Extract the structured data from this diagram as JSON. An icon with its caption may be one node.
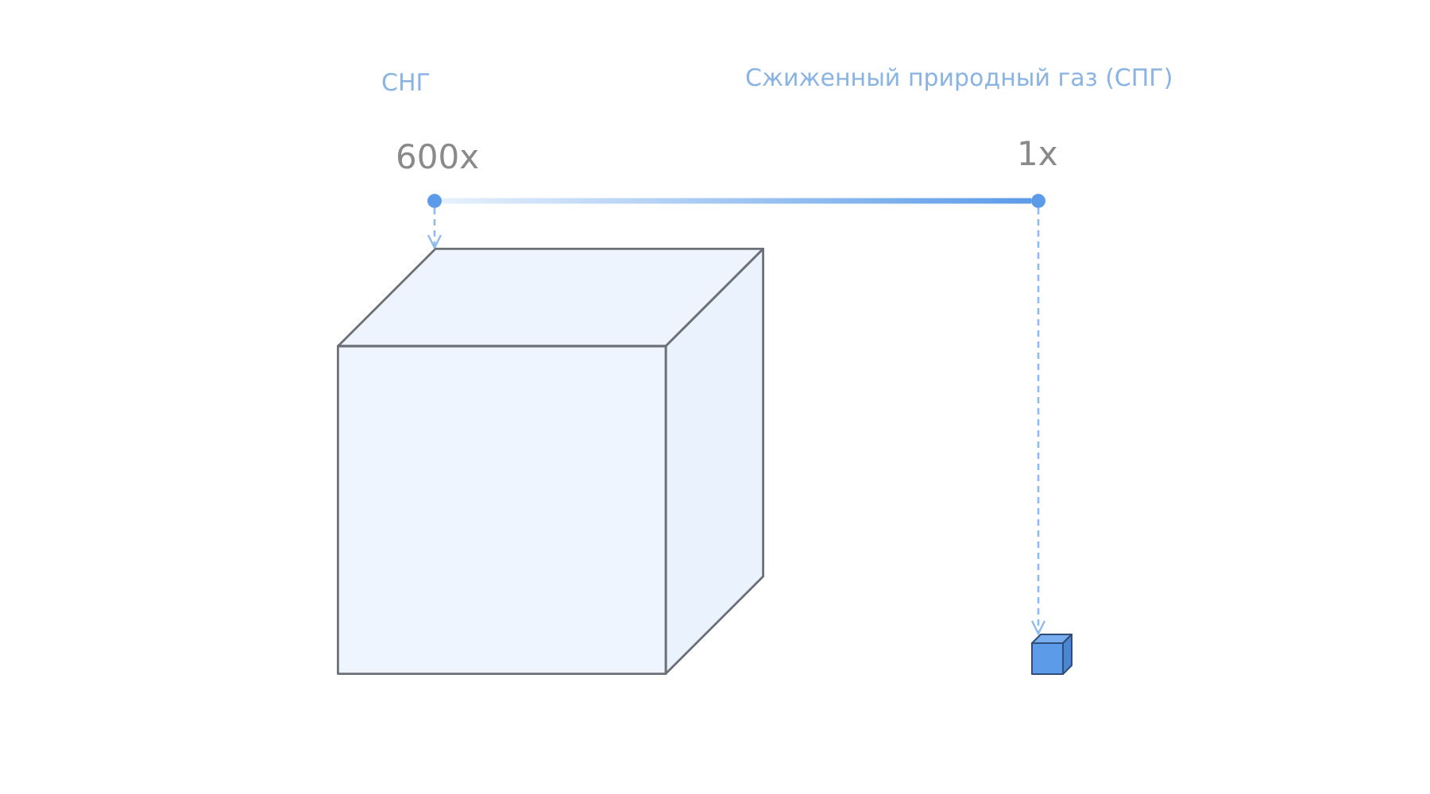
{
  "diagram": {
    "nodes": [
      {
        "text": [],
        "shape": "circle",
        "beside": [
          "СНГ",
          "600x"
        ]
      },
      {
        "text": [],
        "shape": "circle",
        "beside": [
          "Сжиженный природный газ (СПГ)",
          "1x"
        ]
      },
      {
        "text": [],
        "shape": "cube"
      },
      {
        "text": [],
        "shape": "cube"
      }
    ],
    "edges": [
      {
        "from": 0,
        "to": 1,
        "arrow": "none",
        "style": "thick",
        "color": "#5b9be8"
      },
      {
        "from": 0,
        "to": 2,
        "arrow": "to",
        "style": "dashed"
      },
      {
        "from": 1,
        "to": 3,
        "arrow": "to",
        "style": "dashed"
      }
    ]
  }
}
